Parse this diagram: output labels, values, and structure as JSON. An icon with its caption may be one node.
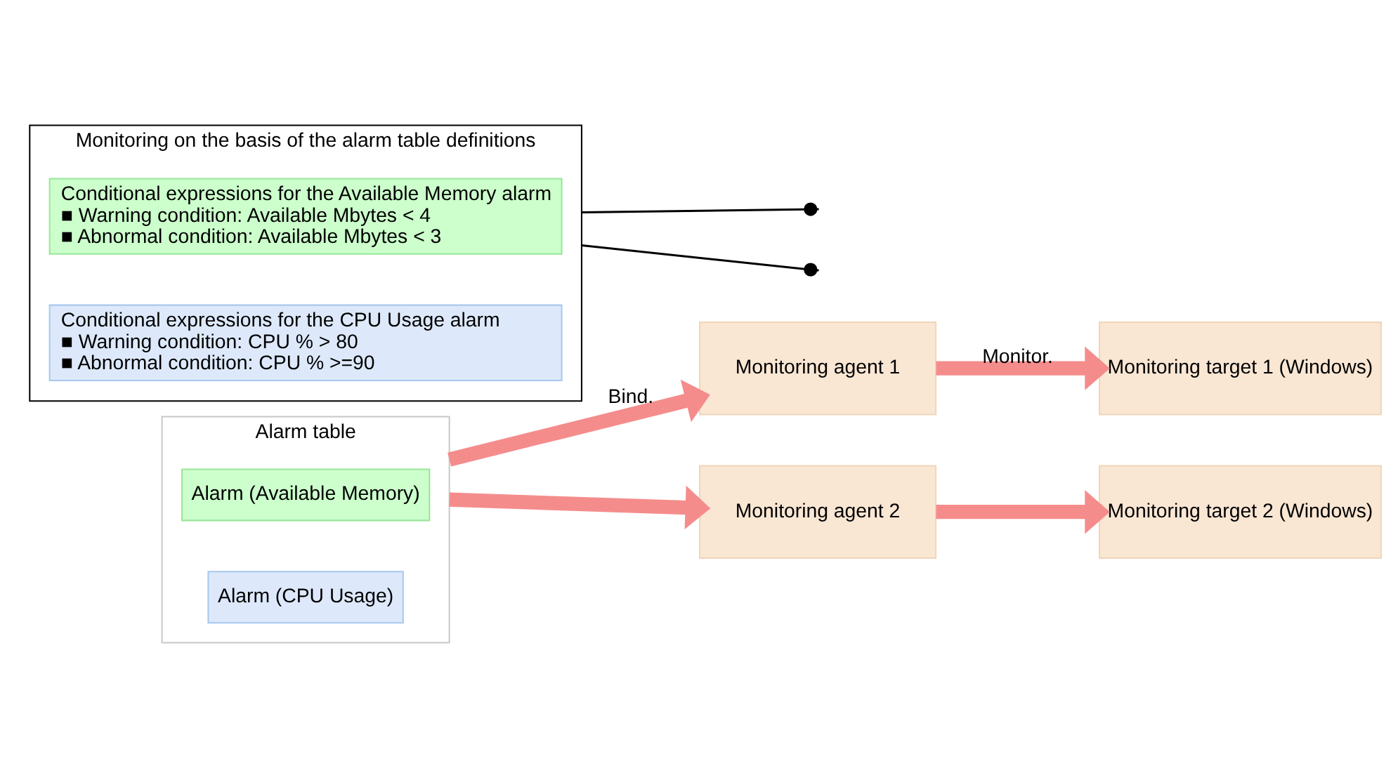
{
  "diagram": {
    "nodes": [
      {
        "text": [
          "Alarm table"
        ]
      },
      {
        "text": [
          "Alarm (Available Memory)"
        ],
        "in": 0
      },
      {
        "text": [
          "Alarm (CPU Usage)"
        ],
        "in": 0
      },
      {
        "text": [
          "Monitoring agent 1"
        ]
      },
      {
        "text": [
          "Monitoring agent 2"
        ]
      },
      {
        "text": [
          "Monitoring target 1 (Windows)"
        ]
      },
      {
        "text": [
          "Monitoring target 2 (Windows)"
        ]
      },
      {
        "text": [
          "Monitoring on the basis of the alarm table definitions"
        ]
      },
      {
        "text": [
          "Conditional expressions for the Available Memory alarm",
          "■ Warning condition: Available Mbytes < 4",
          "■ Abnormal condition: Available Mbytes < 3"
        ],
        "in": 7
      },
      {
        "text": [
          "Conditional expressions for the CPU Usage alarm",
          "■ Warning condition: CPU % > 80",
          "■ Abnormal condition: CPU % >=90"
        ],
        "in": 7
      }
    ],
    "edges": [
      {
        "from": 0,
        "to": 3,
        "arrow": "to",
        "label": "Bind.",
        "color": "#f58c8c"
      },
      {
        "from": 0,
        "to": 4,
        "arrow": "to",
        "color": "#f58c8c"
      },
      {
        "from": 3,
        "to": 5,
        "arrow": "to",
        "label": "Monitor.",
        "color": "#f58c8c"
      },
      {
        "from": 4,
        "to": 6,
        "arrow": "to",
        "color": "#f58c8c"
      },
      {
        "from": 7,
        "to": null,
        "arrow": "other",
        "color": "#000000"
      },
      {
        "from": 7,
        "to": null,
        "arrow": "other",
        "color": "#000000"
      }
    ]
  }
}
